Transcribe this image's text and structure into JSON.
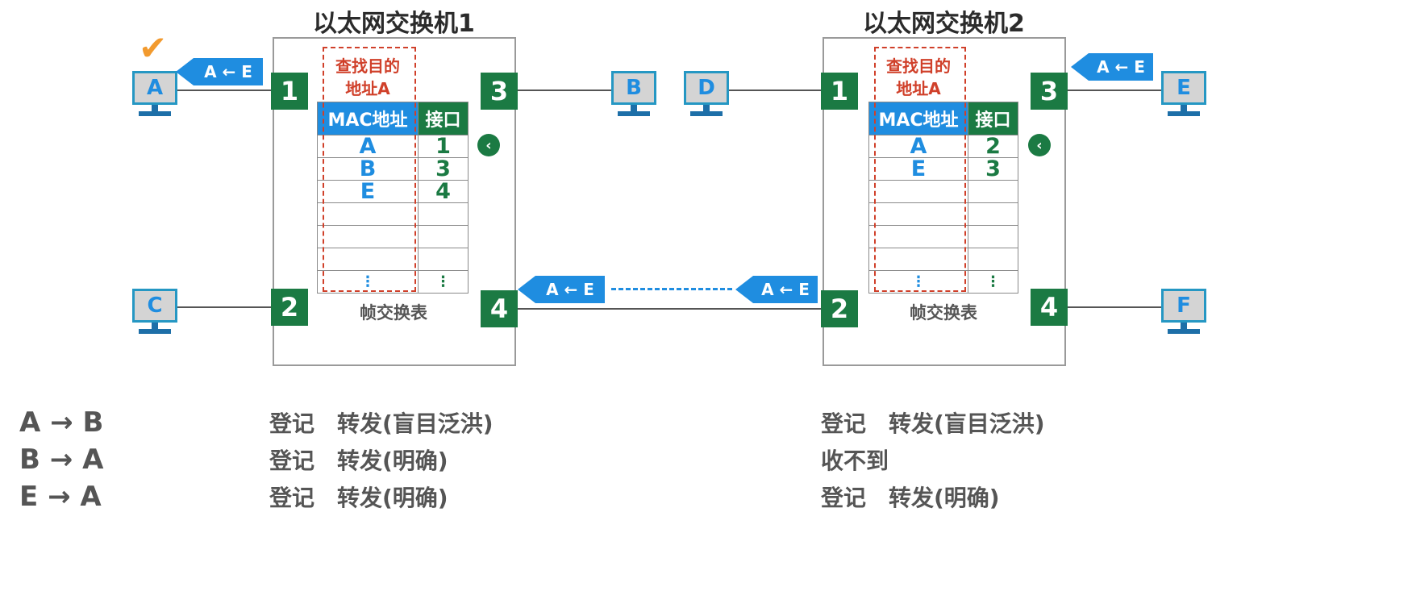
{
  "switch1": {
    "title": "以太网交换机1",
    "lookup": "查找目的地址A",
    "table_headers": {
      "mac": "MAC地址",
      "port": "接口"
    },
    "rows": [
      {
        "mac": "A",
        "port": "1"
      },
      {
        "mac": "B",
        "port": "3"
      },
      {
        "mac": "E",
        "port": "4"
      }
    ],
    "table_caption": "帧交换表",
    "ports": [
      "1",
      "2",
      "3",
      "4"
    ]
  },
  "switch2": {
    "title": "以太网交换机2",
    "lookup": "查找目的地址A",
    "table_headers": {
      "mac": "MAC地址",
      "port": "接口"
    },
    "rows": [
      {
        "mac": "A",
        "port": "2"
      },
      {
        "mac": "E",
        "port": "3"
      }
    ],
    "table_caption": "帧交换表",
    "ports": [
      "1",
      "2",
      "3",
      "4"
    ]
  },
  "hosts": {
    "a": "A",
    "b": "B",
    "c": "C",
    "d": "D",
    "e": "E",
    "f": "F"
  },
  "frame_label": "A ← E",
  "dots": "⋮",
  "chevron": "‹",
  "checkmark": "✔",
  "flows": [
    {
      "label": "A → B",
      "sw1": "登记　转发(盲目泛洪)",
      "sw2": "登记　转发(盲目泛洪)"
    },
    {
      "label": "B → A",
      "sw1": "登记　转发(明确)",
      "sw2": "收不到"
    },
    {
      "label": "E → A",
      "sw1": "登记　转发(明确)",
      "sw2": "登记　转发(明确)"
    }
  ],
  "colors": {
    "port_green": "#1b7a43",
    "mac_blue": "#1f8de0",
    "lookup_red": "#d0402a"
  }
}
